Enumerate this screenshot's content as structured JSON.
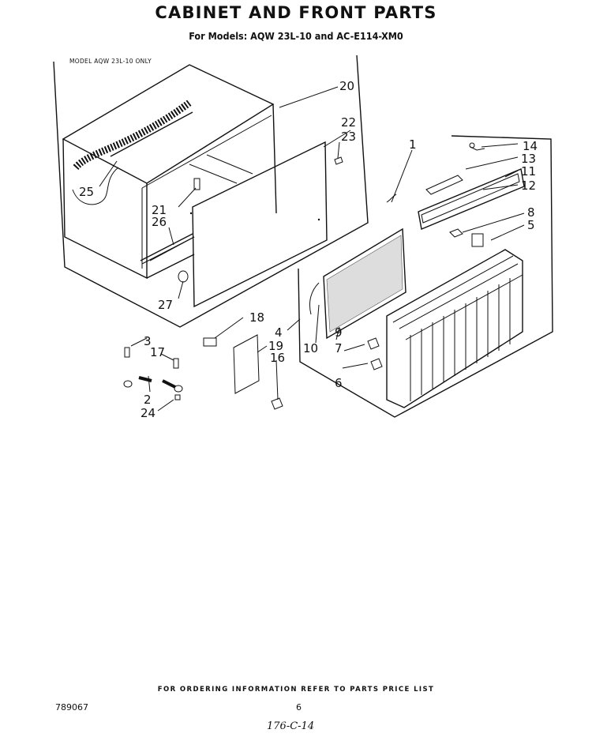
{
  "title": "CABINET AND FRONT PARTS",
  "subtitle": "For Models: AQW 23L-10 and AC-E114-XM0",
  "model_note": "MODEL AQW 23L-10 ONLY",
  "footer_note": "FOR ORDERING INFORMATION REFER TO PARTS PRICE LIST",
  "doc_number": "789067",
  "page_number": "6",
  "handwritten": "176-C-14",
  "callouts": [
    "1",
    "2",
    "3",
    "4",
    "5",
    "6",
    "7",
    "8",
    "9",
    "10",
    "11",
    "12",
    "13",
    "14",
    "16",
    "17",
    "18",
    "19",
    "20",
    "21",
    "22",
    "23",
    "24",
    "25",
    "26",
    "27"
  ]
}
